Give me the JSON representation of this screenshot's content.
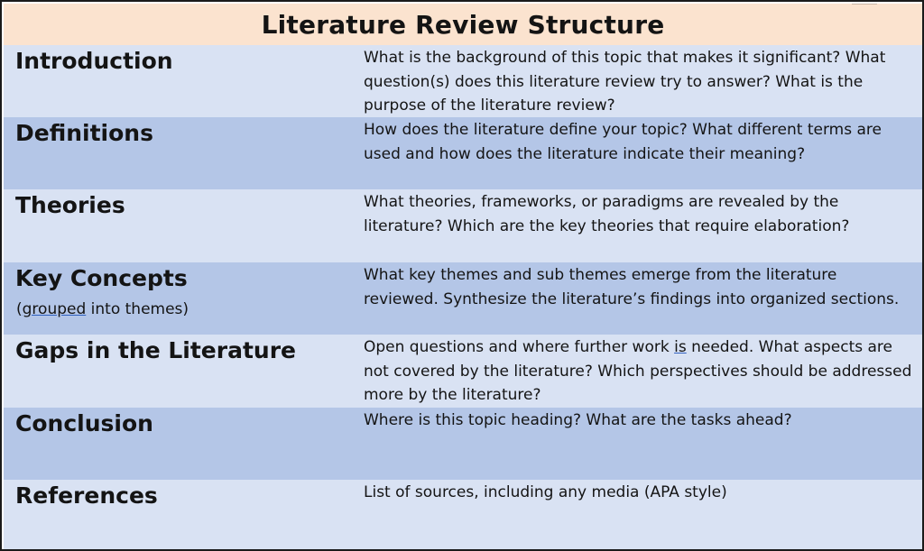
{
  "title": "Literature Review Structure",
  "rows": [
    {
      "label": "Introduction",
      "description": "What is the background of this topic that makes it significant?  What question(s) does this literature review try to answer?  What is the purpose of the literature review?"
    },
    {
      "label": "Definitions",
      "description": "How does the literature define your topic?  What different terms are used and how does the literature indicate their meaning?"
    },
    {
      "label": "Theories",
      "description": "What theories, frameworks, or paradigms are revealed by the literature?  Which are the key theories that require elaboration?"
    },
    {
      "label": "Key Concepts",
      "sublabel_pre": "(",
      "sublabel_underlined": "grouped",
      "sublabel_post": " into themes)",
      "description": "What key themes and sub themes emerge from the literature reviewed. Synthesize the literature’s findings into organized sections."
    },
    {
      "label": "Gaps in the Literature",
      "description_pre": "Open questions and where further work ",
      "description_underlined": "is",
      "description_post": " needed.  What aspects are not covered by the literature?  Which perspectives should be addressed more by the literature?"
    },
    {
      "label": "Conclusion",
      "description": "Where is this topic heading?  What are the tasks ahead?"
    },
    {
      "label": "References",
      "description": "List of sources, including any media (APA style)"
    }
  ],
  "colors": {
    "title_background": "#fbe3cf",
    "row_light": "#d9e2f3",
    "row_dark": "#b4c6e7",
    "text": "#141414",
    "border": "#1a1a1a",
    "underline_accent": "#2f5fbf"
  }
}
